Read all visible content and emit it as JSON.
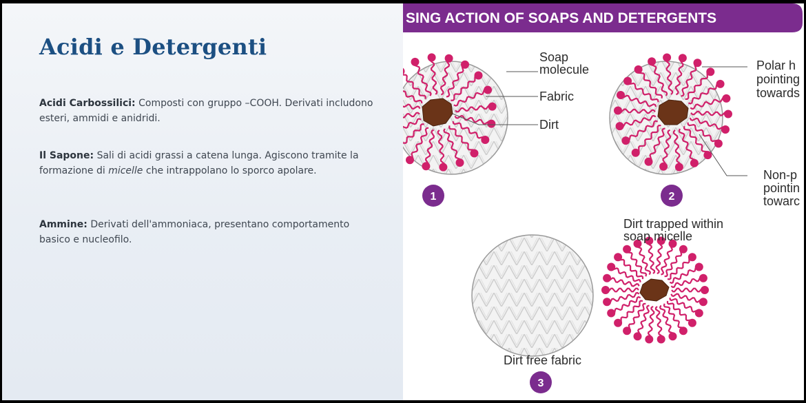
{
  "slide": {
    "title": "Acidi e Detergenti",
    "p1": {
      "term": "Acidi Carbossilici:",
      "text": " Composti con gruppo –COOH. Derivati includono esteri, ammidi e anidridi."
    },
    "p2": {
      "term": "Il Sapone:",
      "text_before": " Sali di acidi grassi a catena lunga. Agiscono tramite la formazione di ",
      "emph": "micelle",
      "text_after": " che intrappolano lo sporco apolare."
    },
    "p3": {
      "term": "Ammine:",
      "text": " Derivati dell'ammoniaca, presentano comportamento basico e nucleofilo."
    }
  },
  "diagram": {
    "banner": "SING ACTION OF SOAPS AND DETERGENTS",
    "labels": {
      "soap_molecule_1": "Soap",
      "soap_molecule_2": "molecule",
      "fabric": "Fabric",
      "dirt": "Dirt",
      "polar_1": "Polar h",
      "polar_2": "pointing",
      "polar_3": "towards",
      "nonpolar_1": "Non-p",
      "nonpolar_2": "pointin",
      "nonpolar_3": "towarc",
      "trapped_1": "Dirt trapped within",
      "trapped_2": "soap micelle",
      "dirt_free": "Dirt free fabric"
    },
    "step_numbers": [
      "1",
      "2",
      "3"
    ],
    "colors": {
      "banner": "#7b2c8e",
      "soap": "#d0206a",
      "dirt": "#6b3418",
      "badge": "#7b2c8e"
    }
  }
}
